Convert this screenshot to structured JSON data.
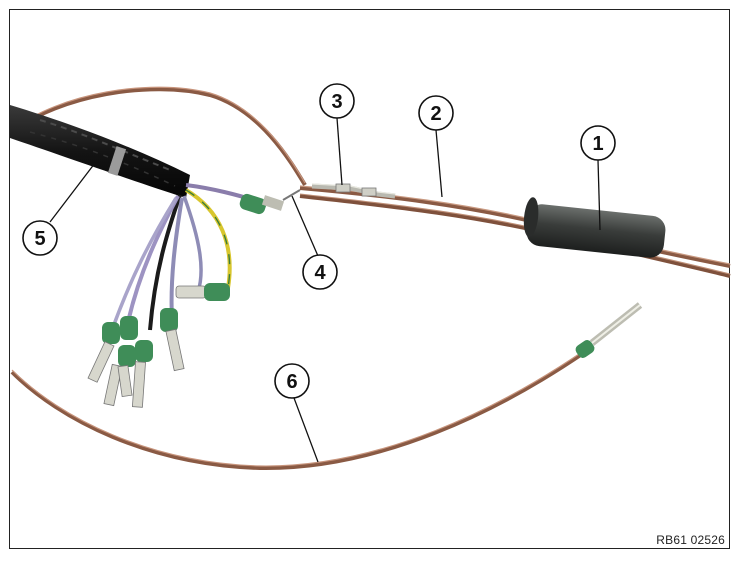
{
  "callouts": [
    {
      "num": "1"
    },
    {
      "num": "2"
    },
    {
      "num": "3"
    },
    {
      "num": "4"
    },
    {
      "num": "5"
    },
    {
      "num": "6"
    }
  ],
  "image_code": "RB61 02526"
}
